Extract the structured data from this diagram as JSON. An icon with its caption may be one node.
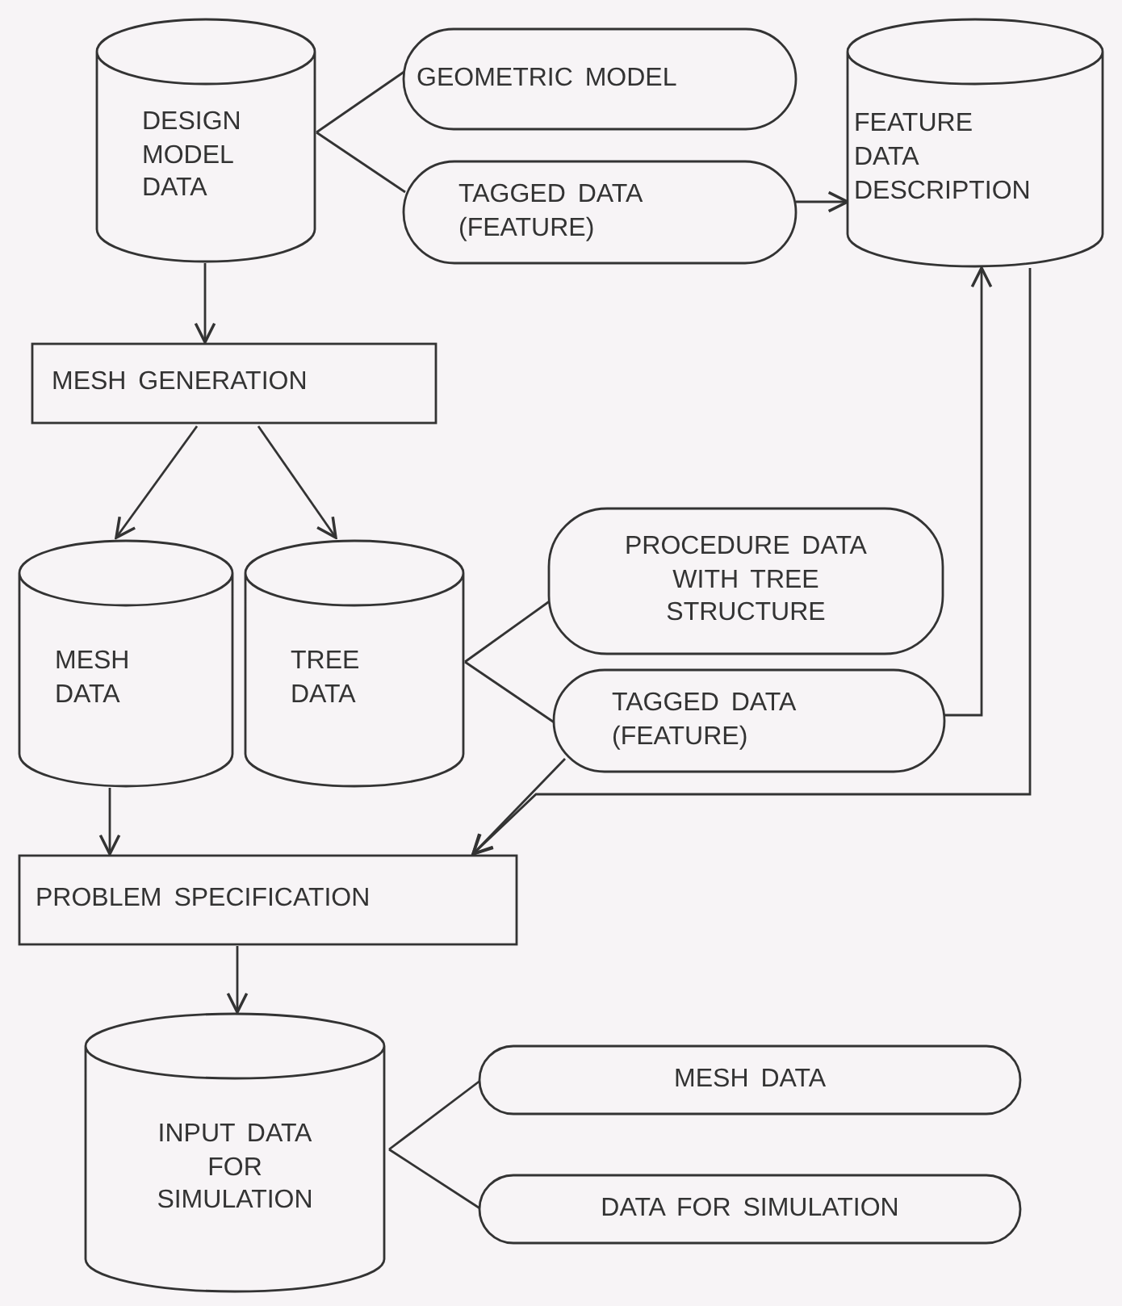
{
  "diagram": {
    "nodes": [
      {
        "text": [
          "DESIGN MODEL DATA"
        ]
      },
      {
        "text": [
          "GEOMETRIC MODEL"
        ]
      },
      {
        "text": [
          "TAGGED DATA (FEATURE)"
        ]
      },
      {
        "text": [
          "FEATURE DATA DESCRIPTION"
        ]
      },
      {
        "text": [
          "MESH GENERATION"
        ]
      },
      {
        "text": [
          "MESH DATA"
        ]
      },
      {
        "text": [
          "TREE DATA"
        ]
      },
      {
        "text": [
          "PROCEDURE DATA WITH TREE STRUCTURE"
        ]
      },
      {
        "text": [
          "TAGGED DATA (FEATURE)"
        ]
      },
      {
        "text": [
          "PROBLEM SPECIFICATION"
        ]
      },
      {
        "text": [
          "INPUT DATA FOR SIMULATION"
        ]
      },
      {
        "text": [
          "MESH DATA"
        ]
      },
      {
        "text": [
          "DATA FOR SIMULATION"
        ]
      }
    ],
    "edges": [
      {
        "from": 0,
        "to": 1,
        "arrow": "none"
      },
      {
        "from": 0,
        "to": 2,
        "arrow": "none"
      },
      {
        "from": 2,
        "to": 3,
        "arrow": "to"
      },
      {
        "from": 0,
        "to": 4,
        "arrow": "to"
      },
      {
        "from": 4,
        "to": 5,
        "arrow": "to"
      },
      {
        "from": 4,
        "to": 6,
        "arrow": "to"
      },
      {
        "from": 6,
        "to": 7,
        "arrow": "none"
      },
      {
        "from": 6,
        "to": 8,
        "arrow": "none"
      },
      {
        "from": 8,
        "to": 3,
        "arrow": "to"
      },
      {
        "from": 8,
        "to": 9,
        "arrow": "to"
      },
      {
        "from": 3,
        "to": 9,
        "arrow": "to"
      },
      {
        "from": 5,
        "to": 9,
        "arrow": "to"
      },
      {
        "from": 9,
        "to": 10,
        "arrow": "to"
      },
      {
        "from": 10,
        "to": 11,
        "arrow": "none"
      },
      {
        "from": 10,
        "to": 12,
        "arrow": "none"
      }
    ]
  }
}
